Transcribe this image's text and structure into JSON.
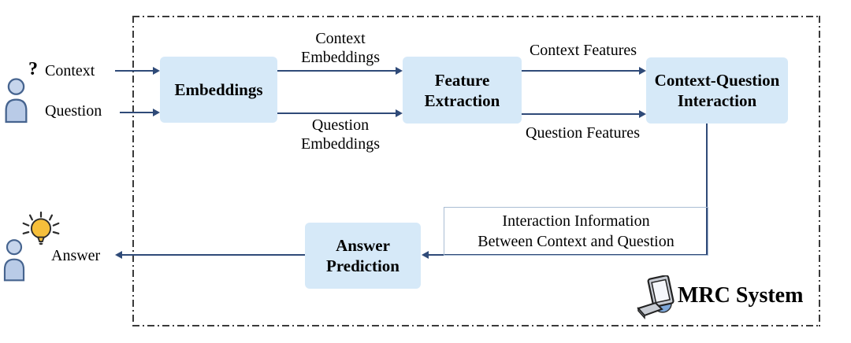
{
  "diagram": {
    "system_label": "MRC System",
    "actors": {
      "question_mark": "?",
      "context_label": "Context",
      "question_label": "Question",
      "answer_label": "Answer"
    },
    "boxes": {
      "embeddings": {
        "label": "Embeddings"
      },
      "feature_extraction": {
        "label": "Feature\nExtraction"
      },
      "context_question_interaction": {
        "label": "Context-Question\nInteraction"
      },
      "answer_prediction": {
        "label": "Answer\nPrediction"
      }
    },
    "edge_labels": {
      "context_embeddings": "Context\nEmbeddings",
      "question_embeddings": "Question\nEmbeddings",
      "context_features": "Context Features",
      "question_features": "Question Features",
      "interaction_information": "Interaction Information\nBetween Context and Question"
    },
    "icons": {
      "user_question": "person-icon",
      "user_answer": "person-icon",
      "lightbulb": "lightbulb-icon",
      "computer": "computer-icon"
    },
    "colors": {
      "box_fill": "#d6e9f8",
      "arrow": "#2f4a78",
      "boundary": "#3a3a3a",
      "bulb_fill": "#f6bf3b",
      "person_fill": "#b9cbe7",
      "label_frame": "#aabdd4"
    }
  }
}
